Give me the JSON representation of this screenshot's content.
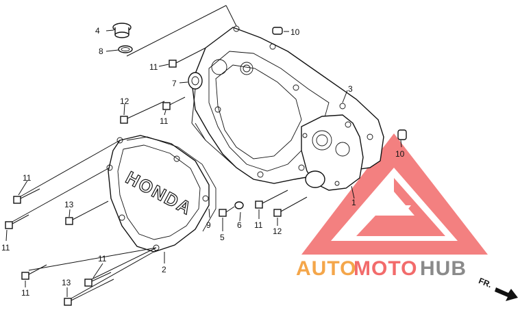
{
  "colors": {
    "line": "#111111",
    "logo_red": "#f26b6b",
    "logo_orange": "#f4a64a",
    "logo_grey": "#8a8a8a"
  },
  "cover": {
    "brand_text": "HONDA"
  },
  "callouts": [
    {
      "id": "c4",
      "text": "4"
    },
    {
      "id": "c8",
      "text": "8"
    },
    {
      "id": "c10a",
      "text": "10"
    },
    {
      "id": "c11a",
      "text": "11"
    },
    {
      "id": "c7",
      "text": "7"
    },
    {
      "id": "c3",
      "text": "3"
    },
    {
      "id": "c12a",
      "text": "12"
    },
    {
      "id": "c11b",
      "text": "11"
    },
    {
      "id": "c10b",
      "text": "10"
    },
    {
      "id": "c11c",
      "text": "11"
    },
    {
      "id": "c1",
      "text": "1"
    },
    {
      "id": "c13a",
      "text": "13"
    },
    {
      "id": "c9",
      "text": "9"
    },
    {
      "id": "c6",
      "text": "6"
    },
    {
      "id": "c5",
      "text": "5"
    },
    {
      "id": "c11d",
      "text": "11"
    },
    {
      "id": "c12b",
      "text": "12"
    },
    {
      "id": "c11e",
      "text": "11"
    },
    {
      "id": "c2",
      "text": "2"
    },
    {
      "id": "c11f",
      "text": "11"
    },
    {
      "id": "c11g",
      "text": "11"
    },
    {
      "id": "c13b",
      "text": "13"
    }
  ],
  "direction": {
    "text": "FR."
  },
  "watermark": {
    "word_1": "AUTO",
    "word_2": "MOTO",
    "word_3": "HUB"
  }
}
